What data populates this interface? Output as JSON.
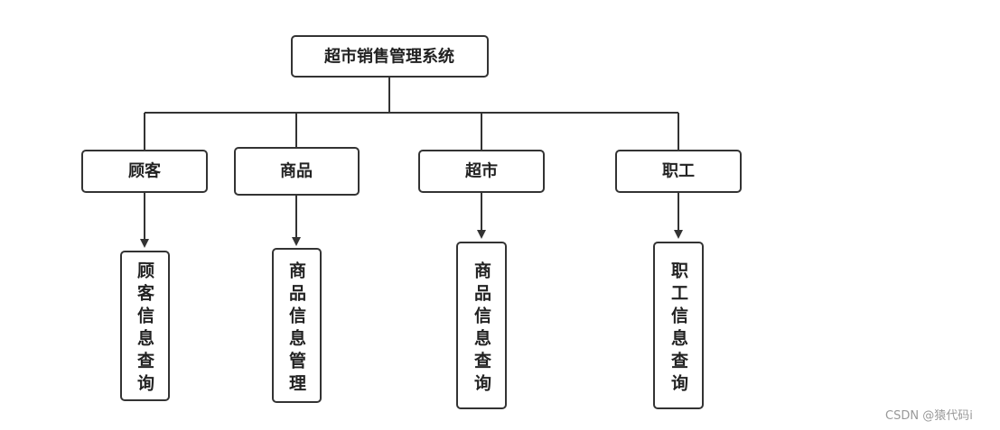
{
  "diagram": {
    "root": {
      "label": "超市销售管理系统"
    },
    "categories": [
      {
        "label": "顾客",
        "child": "顾客信息查询"
      },
      {
        "label": "商品",
        "child": "商品信息管理"
      },
      {
        "label": "超市",
        "child": "商品信息查询"
      },
      {
        "label": "职工",
        "child": "职工信息查询"
      }
    ],
    "stroke_color": "#333333"
  },
  "watermark": {
    "text": "CSDN @猿代码i"
  }
}
